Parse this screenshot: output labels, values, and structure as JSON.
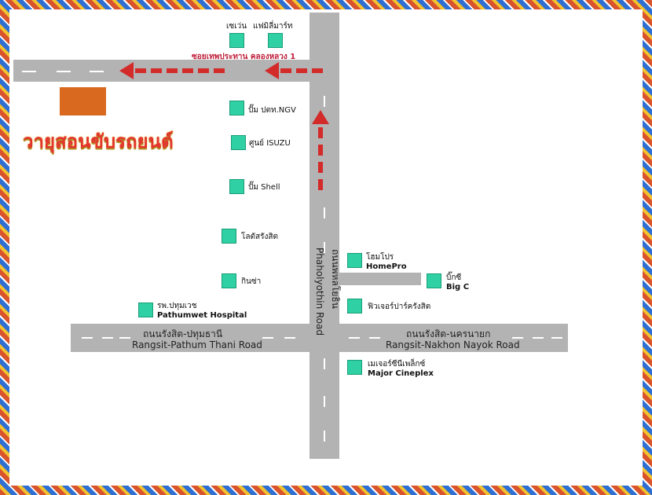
{
  "colors": {
    "road": "#b3b3b3",
    "poi": "#2fd1a4",
    "arrow": "#d32a2a",
    "brand": "#e3342f",
    "brand_box": "#d9691f"
  },
  "brand_name": "วายุสอนขับรถยนต์",
  "roads": {
    "top_soi": "ซอยเทพประทาน คลองหลวง 1",
    "vertical_th": "ถนนพหลโยธิน",
    "vertical_en": "Phaholyothin Road",
    "left_th": "ถนนรังสิต-ปทุมธานี",
    "left_en": "Rangsit-Pathum Thani Road",
    "right_th": "ถนนรังสิต-นครนายก",
    "right_en": "Rangsit-Nakhon Nayok Road"
  },
  "pois": {
    "seven": "เซเว่น",
    "family_mart": "แฟมิลี่มาร์ท",
    "ptt_ngv": "ปั๊ม ปตท.NGV",
    "isuzu": "ศูนย์ ISUZU",
    "shell": "ปั๊ม Shell",
    "lotus": "โลตัสรังสิต",
    "kinsha": "กินซ่า",
    "hospital_th": "รพ.ปทุมเวช",
    "hospital_en": "Pathumwet Hospital",
    "homepro_th": "โฮมโปร",
    "homepro_en": "HomePro",
    "bigc_th": "บิ๊กซี",
    "bigc_en": "Big C",
    "future_park": "ฟิวเจอร์ปาร์ครังสิต",
    "major_th": "เมเจอร์ซีนีเพล็กซ์",
    "major_en": "Major Cineplex"
  }
}
